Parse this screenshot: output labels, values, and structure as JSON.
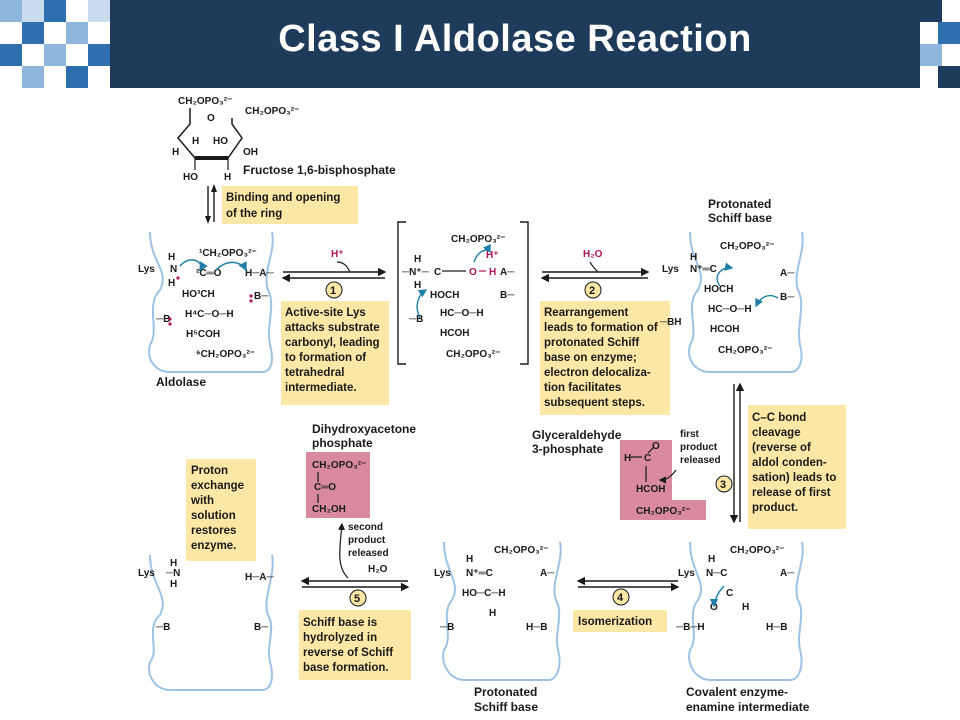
{
  "header": {
    "title": "Class I Aldolase Reaction"
  },
  "colors": {
    "title_bar": "#1f3b5c",
    "accent_blue": "#2f6fb0",
    "light_blue": "#8fb6dc",
    "note_box": "#fbe7a6",
    "product_box": "#d98a9e",
    "enzyme_outline": "#9cc3e6",
    "arrow_curve": "#1f7fa8",
    "magenta": "#b0135a"
  },
  "diagram": {
    "top_substrate": {
      "name": "Fructose 1,6-bisphosphate",
      "groups": [
        "CH2OPO3²⁻",
        "CH2OPO3²⁻",
        "O",
        "H",
        "HO",
        "H",
        "OH",
        "HO",
        "H"
      ]
    },
    "step_binding": "Binding and opening of the ring",
    "enzyme_label": "Aldolase",
    "steps": [
      {
        "number": "1",
        "reagent": "H+",
        "note": "Active-site Lys attacks substrate carbonyl, leading to formation of tetrahedral intermediate."
      },
      {
        "number": "2",
        "reagent": "H2O",
        "note": "Rearrangement leads to formation of protonated Schiff base on enzyme; electron delocalization facilitates subsequent steps."
      },
      {
        "number": "3",
        "reagent": "",
        "note": "C–C bond cleavage (reverse of aldol condensation) leads to release of first product."
      },
      {
        "number": "4",
        "reagent": "",
        "note": "Isomerization"
      },
      {
        "number": "5",
        "reagent": "H2O",
        "note": "Schiff base is hydrolyzed in reverse of Schiff base formation."
      }
    ],
    "proton_exchange_note": "Proton exchange with solution restores enzyme.",
    "labels": {
      "protonated_schiff_base": "Protonated Schiff base",
      "dhap": "Dihydroxyacetone phosphate",
      "g3p": "Glyceraldehyde 3-phosphate",
      "first_product": "first product released",
      "second_product": "second product released",
      "protonated_schiff_base_bottom": "Protonated Schiff base",
      "enamine": "Covalent enzyme-enamine intermediate"
    },
    "chem_text": {
      "lys": "Lys",
      "nh": "N",
      "h": "H",
      "b": "B",
      "a": "A",
      "c": "C",
      "o": "O",
      "ch2opo3": "CH2OPO3",
      "hoch": "HOCH",
      "hcoh": "HCOH",
      "ch2oh": "CH2OH",
      "hc": "HC"
    }
  }
}
